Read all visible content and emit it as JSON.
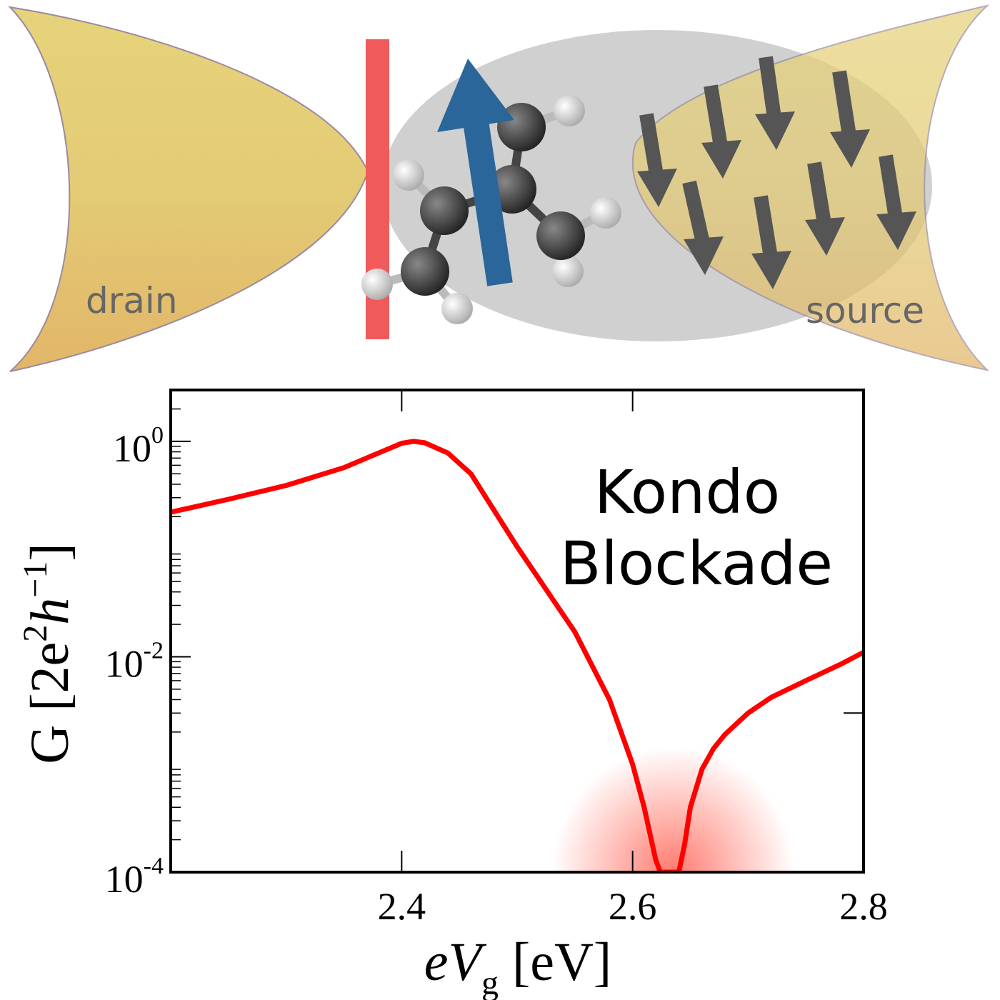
{
  "diagram": {
    "drain_label": "drain",
    "source_label": "source",
    "colors": {
      "electrode": "#e3cf78",
      "barrier": "#f05050",
      "spin_up": "#2a6699",
      "spin_down": "#555555",
      "cloud": "#c8c8c8"
    }
  },
  "chart_data": {
    "type": "line",
    "annotation": [
      "Kondo",
      "Blockade"
    ],
    "xlabel": {
      "main": "eV",
      "sub": "g",
      "unit": " [eV]"
    },
    "ylabel": {
      "text": "G [2e",
      "sup1": "2",
      "mid": "h",
      "sup2": "−1",
      "end": "]"
    },
    "xlim": [
      2.2,
      2.8
    ],
    "ylim": [
      0.0001,
      3
    ],
    "yscale": "log",
    "xticks": [
      {
        "v": 2.4,
        "label": "2.4"
      },
      {
        "v": 2.6,
        "label": "2.6"
      },
      {
        "v": 2.8,
        "label": "2.8"
      }
    ],
    "yticks": [
      {
        "v": 1,
        "base": "10",
        "exp": "0"
      },
      {
        "v": 0.01,
        "base": "10",
        "exp": "-2"
      },
      {
        "v": 0.0001,
        "base": "10",
        "exp": "-4"
      }
    ],
    "series": [
      {
        "name": "G",
        "color": "#ff0000",
        "x": [
          2.2,
          2.25,
          2.3,
          2.35,
          2.38,
          2.4,
          2.41,
          2.42,
          2.44,
          2.46,
          2.5,
          2.55,
          2.58,
          2.6,
          2.61,
          2.62,
          2.624,
          2.64,
          2.645,
          2.65,
          2.66,
          2.67,
          2.68,
          2.7,
          2.72,
          2.75,
          2.78,
          2.8
        ],
        "y": [
          0.22,
          0.29,
          0.39,
          0.57,
          0.78,
          0.96,
          1.0,
          0.97,
          0.78,
          0.5,
          0.105,
          0.017,
          0.004,
          0.001,
          0.0004,
          0.00013,
          0.0001,
          0.0001,
          0.00018,
          0.0004,
          0.0009,
          0.0014,
          0.0019,
          0.003,
          0.0042,
          0.006,
          0.0085,
          0.011
        ]
      }
    ],
    "highlight": {
      "x": 2.635,
      "label": "blockade-region"
    }
  }
}
